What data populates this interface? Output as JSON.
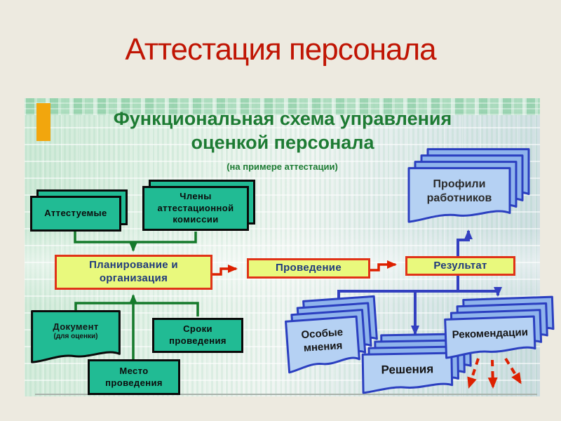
{
  "title": "Аттестация персонала",
  "diagram": {
    "heading": "Функциональная схема управления оценкой персонала",
    "subtitle": "(на примере аттестации)",
    "nodes": {
      "attestuemye": "Аттестуемые",
      "komissiya": "Члены аттестационной комиссии",
      "planirovanie": "Планирование и организация",
      "provedenie": "Проведение",
      "rezultat": "Результат",
      "profili": "Профили работников",
      "dokument_title": "Документ",
      "dokument_sub": "(для оценки)",
      "sroki": "Сроки проведения",
      "mesto": "Место проведения",
      "osobye": "Особые мнения",
      "resheniya": "Решения",
      "rekomendacii": "Рекомендации"
    },
    "colors": {
      "title_red": "#c01504",
      "heading_green": "#1d7b33",
      "accent_orange": "#f2a60d",
      "teal_fill": "#21bb94",
      "process_fill": "#e9f97d",
      "process_border": "#e03318",
      "process_text": "#203a7d",
      "green_line": "#157a2b",
      "blue_line": "#3340c0",
      "red_line": "#dd2000",
      "doc_front": "#b5d1f3",
      "doc_back": "#8fb4ec",
      "doc_border": "#2b3fc0"
    }
  }
}
